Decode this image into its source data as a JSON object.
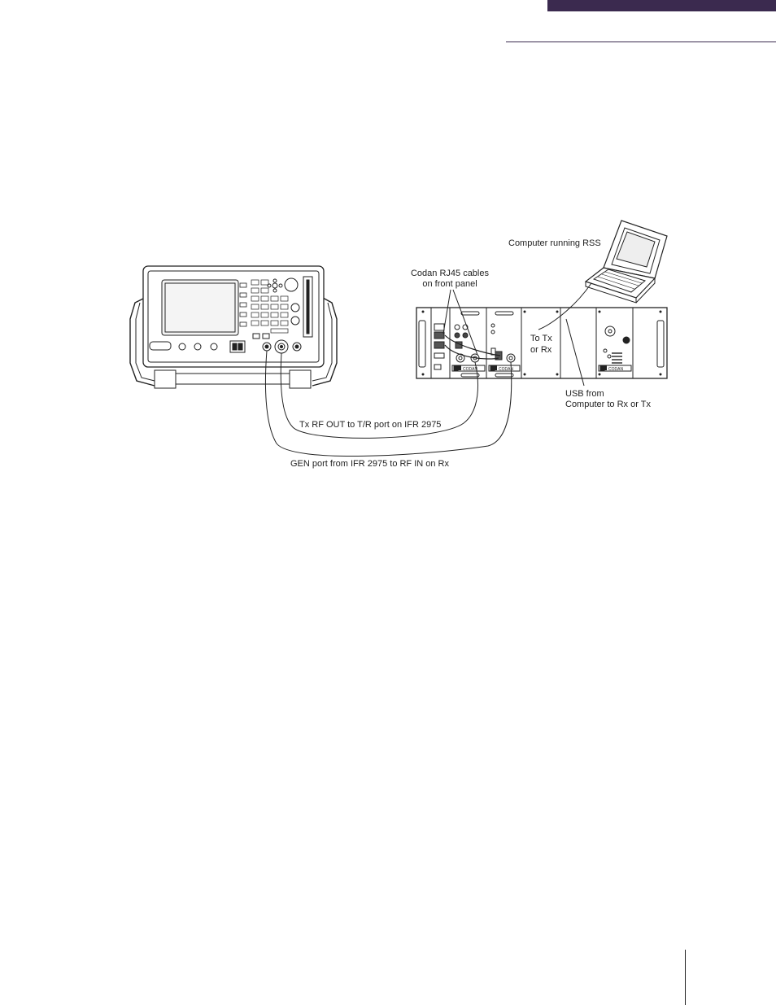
{
  "header": {
    "accent_color": "#3b2a4f"
  },
  "diagram": {
    "labels": {
      "computer": "Computer running RSS",
      "rj45_line1": "Codan RJ45 cables",
      "rj45_line2": "on front panel",
      "to_tx_line1": "To Tx",
      "to_tx_line2": "or Rx",
      "usb_line1": "USB from",
      "usb_line2": "Computer to Rx or Tx",
      "tx_rf_out": "Tx RF OUT to T/R port on IFR 2975",
      "gen_port": "GEN port from IFR 2975 to RF IN on Rx"
    },
    "brand": {
      "module1": "CODAN",
      "module2": "CODAN",
      "module3": "CODAN"
    },
    "colors": {
      "line": "#222222",
      "device_fill": "#ffffff",
      "screen_fill": "#f4f4f4"
    }
  }
}
